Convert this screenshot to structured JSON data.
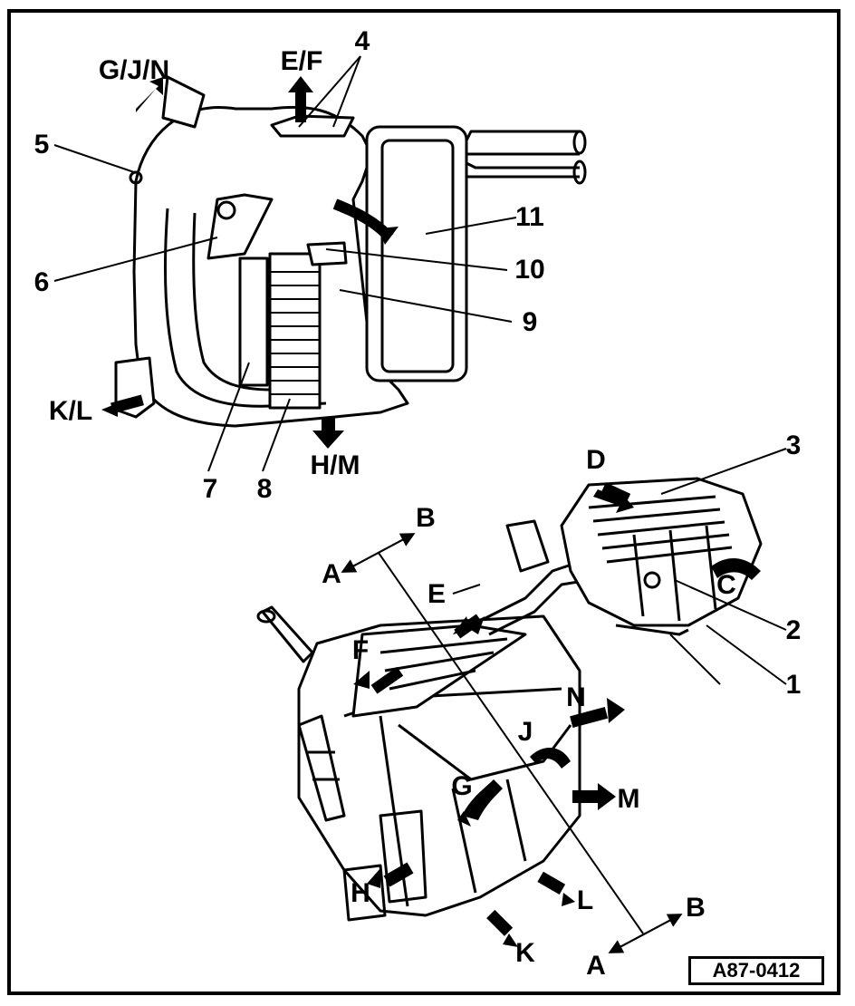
{
  "colors": {
    "ink": "#000000",
    "paper": "#ffffff",
    "fill_dark": "#1a1a1a"
  },
  "top_view": {
    "callouts": [
      "1",
      "2",
      "3",
      "4",
      "5",
      "6",
      "7",
      "8",
      "9",
      "10",
      "11"
    ],
    "flow_labels": [
      "G/J/N",
      "E/F",
      "K/L",
      "H/M"
    ]
  },
  "bottom_view": {
    "flow_labels": [
      "D",
      "C",
      "E",
      "F",
      "N",
      "J",
      "G",
      "M",
      "H",
      "L",
      "K"
    ],
    "section_marks": [
      "A",
      "B"
    ]
  },
  "labels": {
    "n1": "1",
    "n2": "2",
    "n3": "3",
    "n4": "4",
    "n5": "5",
    "n6": "6",
    "n7": "7",
    "n8": "8",
    "n9": "9",
    "n10": "10",
    "n11": "11",
    "gjn": "G/J/N",
    "ef": "E/F",
    "kl": "K/L",
    "hm": "H/M",
    "d": "D",
    "c": "C",
    "e": "E",
    "f": "F",
    "n": "N",
    "j": "J",
    "g": "G",
    "m": "M",
    "h": "H",
    "l": "L",
    "k": "K",
    "a_top": "A",
    "b_top": "B",
    "a_bot": "A",
    "b_bot": "B"
  },
  "figure_id": "A87-0412"
}
